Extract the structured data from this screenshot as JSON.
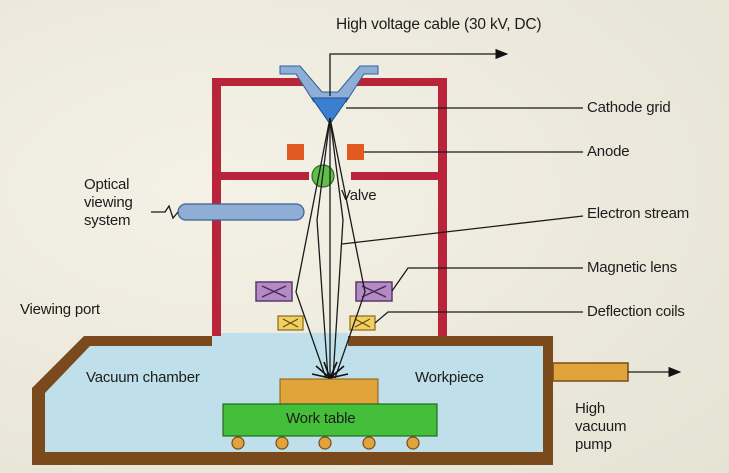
{
  "labels": {
    "cable": "High voltage cable (30 kV, DC)",
    "cathode_grid": "Cathode grid",
    "anode": "Anode",
    "optical_viewing_system": "Optical viewing system",
    "valve": "Valve",
    "electron_stream": "Electron stream",
    "magnetic_lens": "Magnetic lens",
    "viewing_port": "Viewing port",
    "deflection_coils": "Deflection coils",
    "vacuum_chamber": "Vacuum chamber",
    "workpiece": "Workpiece",
    "work_table": "Work table",
    "high_vacuum_pump": "High vacuum pump"
  },
  "colors": {
    "column_frame": "#b8243a",
    "chamber_wall": "#7a4a1c",
    "vacuum": "#bfe0ea",
    "workpiece": "#e0a43a",
    "work_table": "#44bf3a",
    "cathode": "#3b7fd0",
    "anode": "#e05a22",
    "valve": "#5fbf4a",
    "magnetic_lens": "#b48ac4",
    "deflection_coils": "#f0d060",
    "optical_tube": "#8faed6",
    "pump_pipe": "#e0a43a"
  }
}
